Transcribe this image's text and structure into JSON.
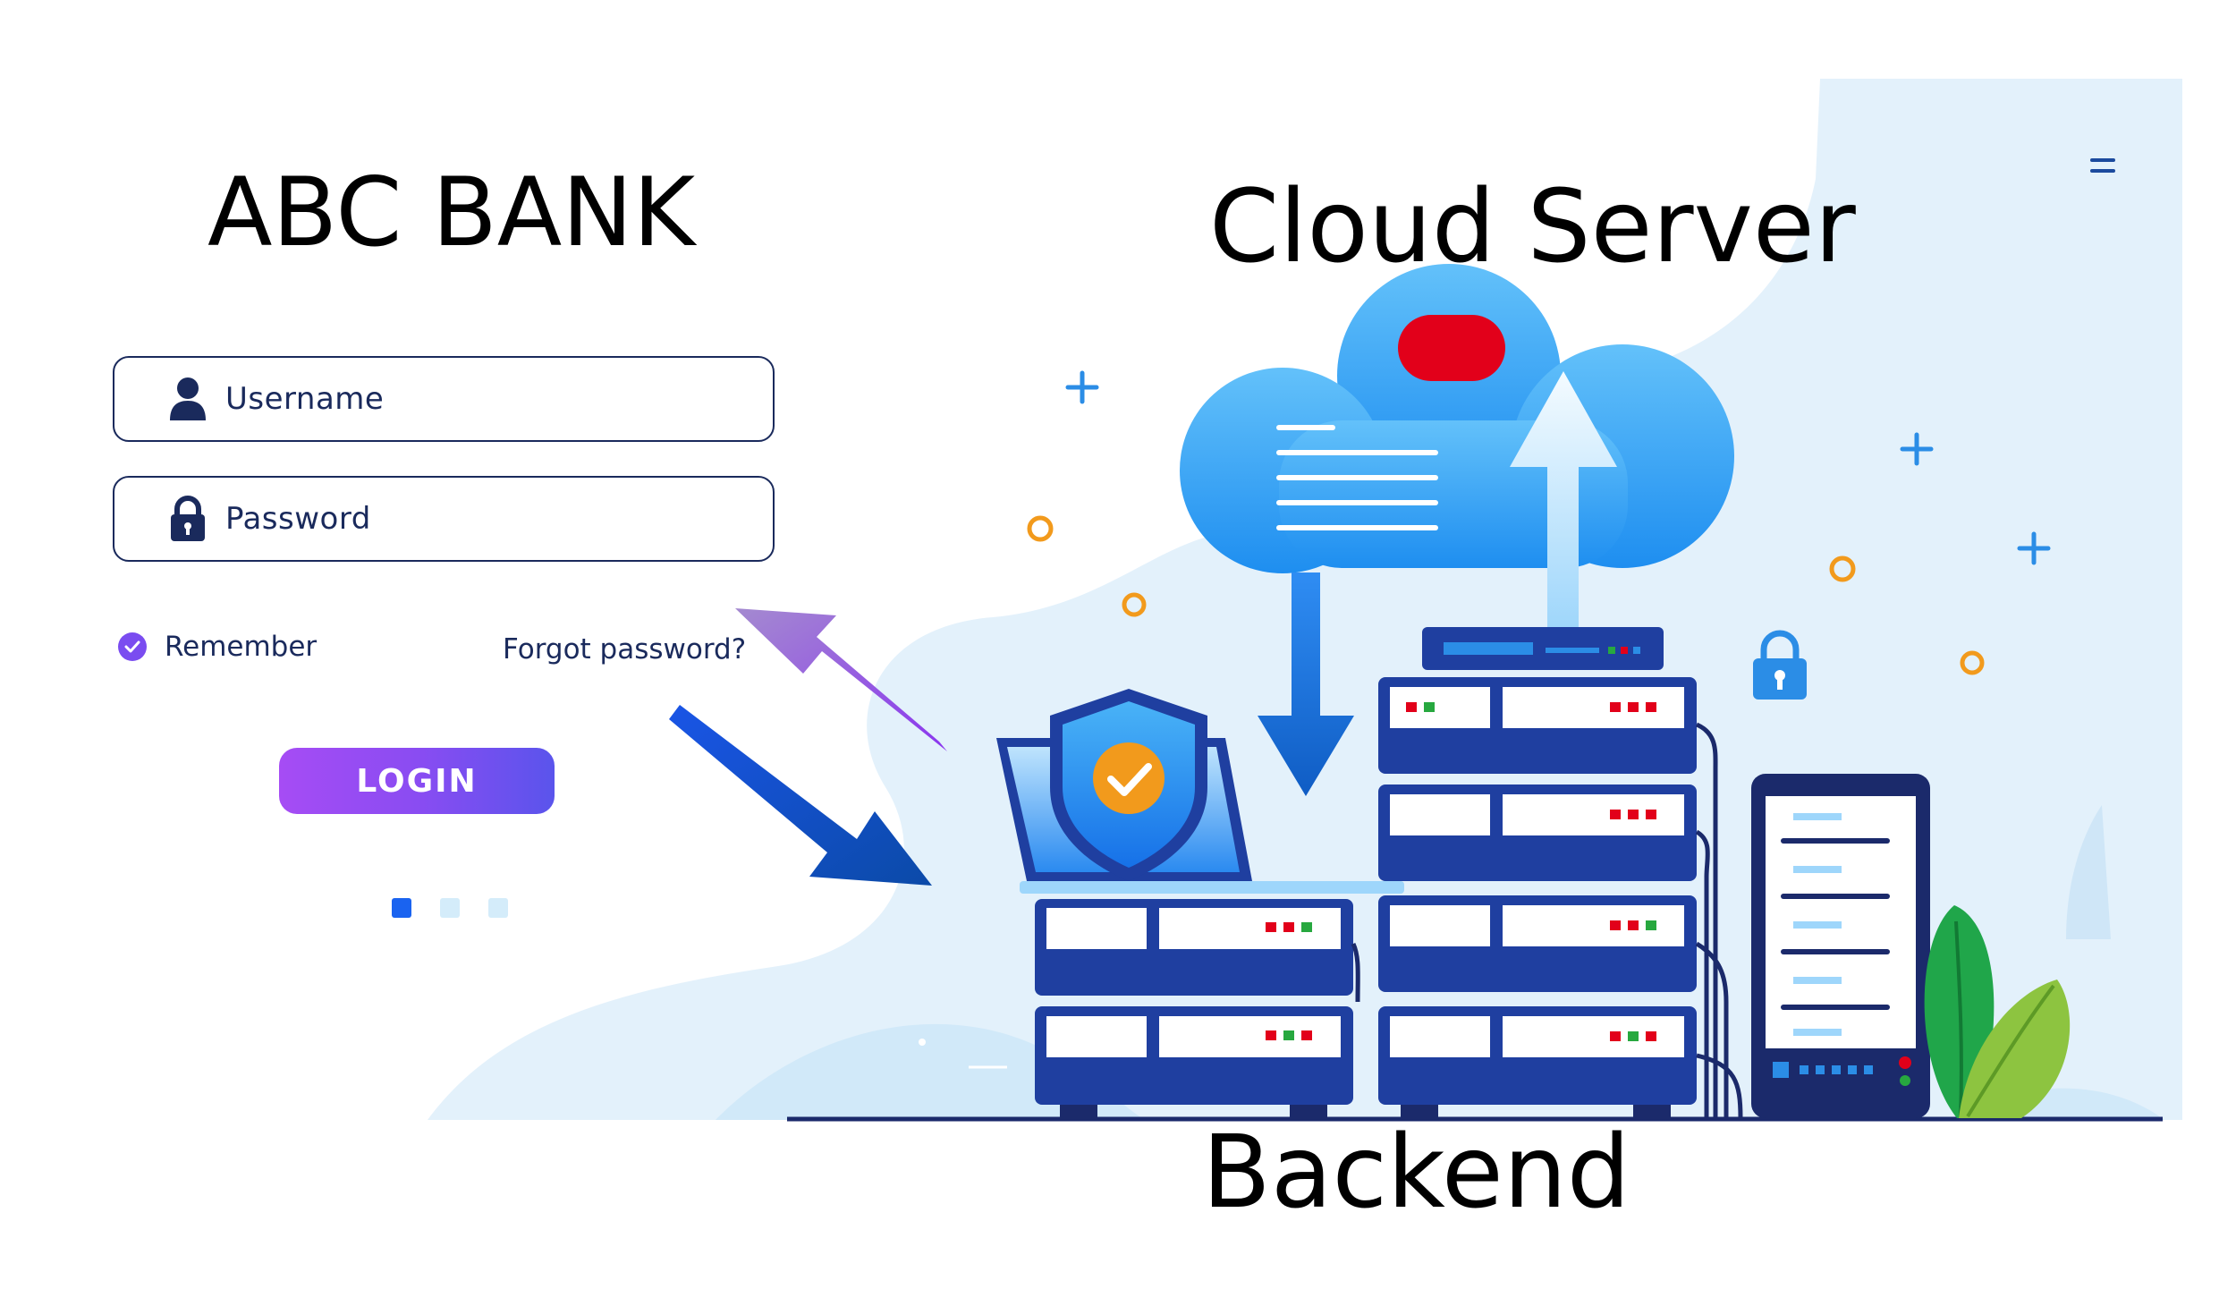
{
  "titles": {
    "bank": "ABC BANK",
    "cloud": "Cloud Server",
    "backend": "Backend"
  },
  "login_form": {
    "username_placeholder": "Username",
    "password_placeholder": "Password",
    "remember_label": "Remember",
    "forgot_label": "Forgot password?",
    "login_label": "LOGIN"
  },
  "pager": {
    "count": 3,
    "active_index": 0
  },
  "colors": {
    "field_border": "#1a2a5c",
    "accent_purple": "#8a4cf2",
    "server_blue": "#1f3fa0",
    "cloud_blue": "#3aa8f4",
    "background_blob": "#e3f1fb",
    "status_red": "#e2001a"
  }
}
